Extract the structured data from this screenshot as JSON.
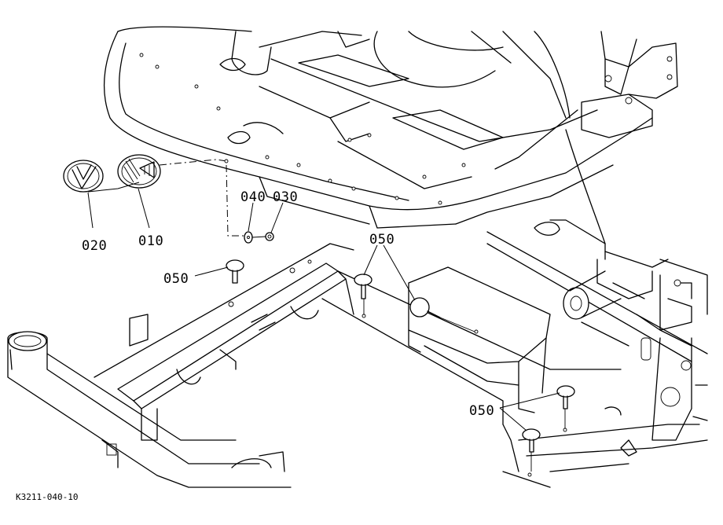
{
  "callouts": [
    {
      "id": "010",
      "label": "010"
    },
    {
      "id": "020",
      "label": "020"
    },
    {
      "id": "030",
      "label": "030"
    },
    {
      "id": "040",
      "label": "040"
    },
    {
      "id": "050a",
      "label": "050"
    },
    {
      "id": "050b",
      "label": "050"
    },
    {
      "id": "050c",
      "label": "050"
    }
  ],
  "reference": "K3211-040-10"
}
